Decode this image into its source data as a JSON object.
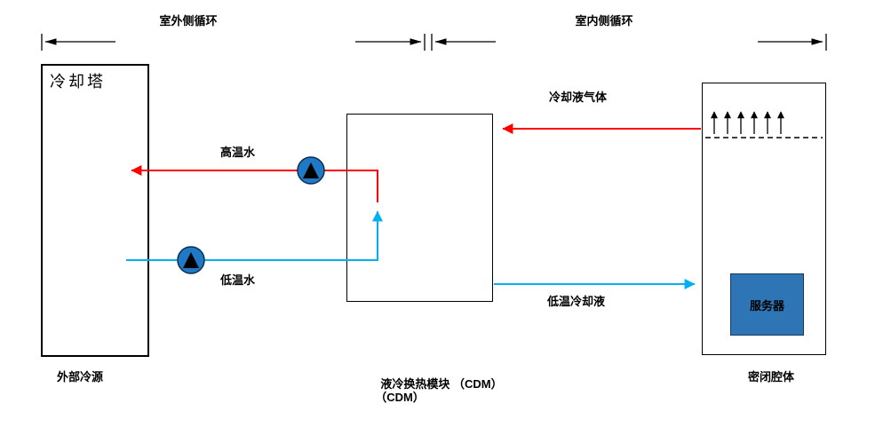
{
  "diagram": {
    "title_outdoor": "室外侧循环",
    "title_indoor": "室内侧循环",
    "cooling_tower": {
      "name": "冷却塔",
      "caption": "外部冷源"
    },
    "cdm": {
      "caption_line1": "液冷换热模块 （CDM）",
      "caption_line2": "（CDM）"
    },
    "cavity": {
      "caption": "密闭腔体",
      "server": "服务器"
    },
    "labels": {
      "hot_water": "高温水",
      "cold_water": "低温水",
      "coolant_gas": "冷却液气体",
      "cold_coolant": "低温冷却液"
    },
    "colors": {
      "hot_line": "#ff0000",
      "cold_line": "#00b0f0",
      "pump_fill": "#2079c7",
      "server_fill": "#2e75b6",
      "outline": "#000000"
    }
  }
}
